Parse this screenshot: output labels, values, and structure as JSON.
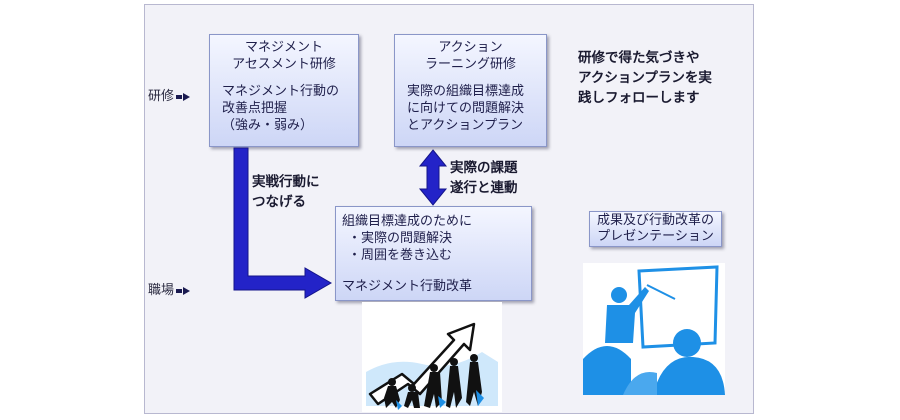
{
  "labels": {
    "kenshu": "研修",
    "shokuba": "職場"
  },
  "box1": {
    "title_line1": "マネジメント",
    "title_line2": "アセスメント研修",
    "body_line1": "マネジメント行動の",
    "body_line2": "改善点把握",
    "body_line3": "（強み・弱み）"
  },
  "box2": {
    "title_line1": "アクション",
    "title_line2": "ラーニング研修",
    "body_line1": "実際の組織目標達成",
    "body_line2": "に向けての問題解決",
    "body_line3": "とアクションプラン"
  },
  "box3": {
    "line1": "組織目標達成のために",
    "bullet1": "・実際の問題解決",
    "bullet2": "・周囲を巻き込む",
    "line4": "マネジメント行動改革"
  },
  "top_note": {
    "line1": "研修で得た気づきや",
    "line2": "アクションプランを実",
    "line3": "践しフォローします"
  },
  "arrow_left_text": {
    "line1": "実戦行動に",
    "line2": "つなげる"
  },
  "arrow_mid_text": {
    "line1": "実際の課題",
    "line2": "遂行と連動"
  },
  "pres_box": {
    "line1": "成果及び行動改革の",
    "line2": "プレゼンテーション"
  },
  "colors": {
    "arrow": "#2323c8",
    "box_border": "#8a96c8",
    "illustration": "#1e90e6"
  },
  "icons": {
    "teamwork": "teamwork-illustration",
    "presentation": "presentation-illustration"
  }
}
